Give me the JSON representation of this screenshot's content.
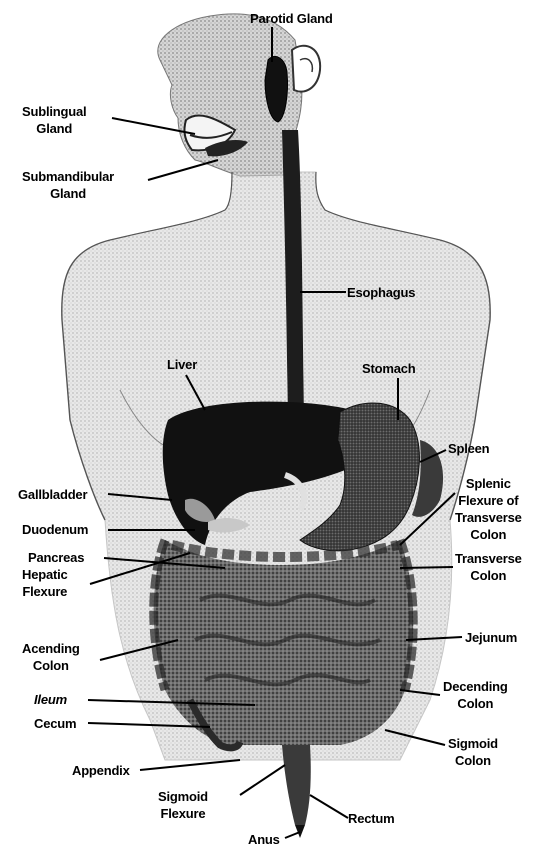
{
  "labels": {
    "parotid_gland": "Parotid Gland",
    "sublingual_gland": [
      "Sublingual",
      "Gland"
    ],
    "submandibular_gland": [
      "Submandibular",
      "Gland"
    ],
    "esophagus": "Esophagus",
    "liver": "Liver",
    "stomach": "Stomach",
    "spleen": "Spleen",
    "splenic_flexure": [
      "Splenic",
      "Flexure of",
      "Transverse",
      "Colon"
    ],
    "gallbladder": "Gallbladder",
    "duodenum": "Duodenum",
    "pancreas": "Pancreas",
    "hepatic_flexure": [
      "Hepatic",
      "Flexure"
    ],
    "transverse_colon": [
      "Transverse",
      "Colon"
    ],
    "ascending_colon": [
      "Acending",
      "Colon"
    ],
    "jejunum": "Jejunum",
    "ileum": "Ileum",
    "descending_colon": [
      "Decending",
      "Colon"
    ],
    "cecum": "Cecum",
    "sigmoid_colon": [
      "Sigmoid",
      "Colon"
    ],
    "appendix": "Appendix",
    "sigmoid_flexure": [
      "Sigmoid",
      "Flexure"
    ],
    "rectum": "Rectum",
    "anus": "Anus"
  },
  "colors": {
    "line": "#000000",
    "skin_shade": "#bdbdbd",
    "organ_dark": "#1c1c1c",
    "organ_mid": "#5a5a5a",
    "organ_light": "#9a9a9a"
  }
}
